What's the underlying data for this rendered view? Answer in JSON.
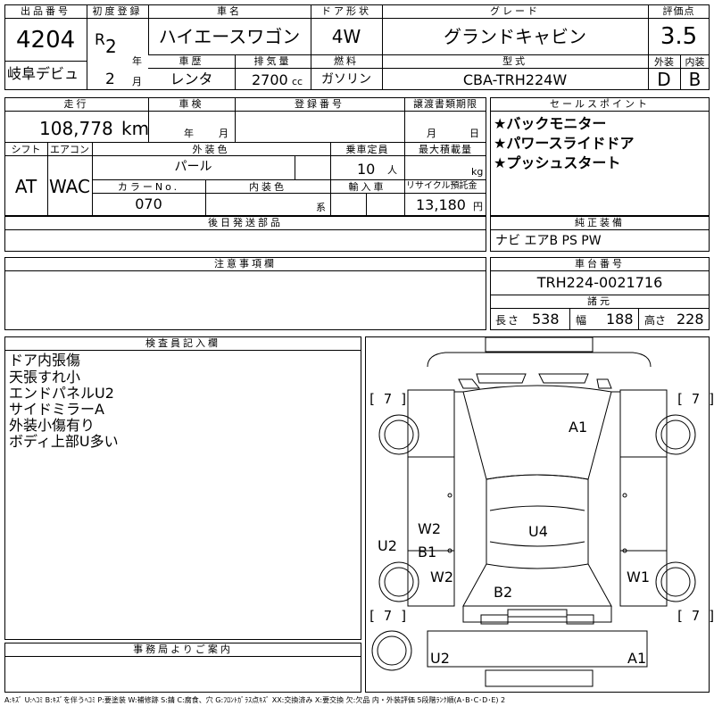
{
  "header": {
    "lot_label": "出品番号",
    "lot_number": "4204",
    "venue": "岐阜デビュ",
    "first_reg_label": "初度登録",
    "era": "R",
    "year": "2",
    "year_unit": "年",
    "month": "2",
    "month_unit": "月",
    "car_name_label": "車名",
    "car_name": "ハイエースワゴン",
    "door_label": "ドア形状",
    "door": "4W",
    "grade_label": "グレード",
    "grade": "グランドキャビン",
    "score_label": "評価点",
    "score": "3.5",
    "history_label": "車歴",
    "history": "レンタ",
    "displacement_label": "排気量",
    "displacement": "2700",
    "displacement_unit": "cc",
    "fuel_label": "燃料",
    "fuel": "ガソリン",
    "model_label": "型式",
    "model": "CBA-TRH224W",
    "ext_label": "外装",
    "ext_grade": "D",
    "int_label": "内装",
    "int_grade": "B"
  },
  "row2": {
    "mileage_label": "走行",
    "mileage": "108,778",
    "mileage_unit": "km",
    "inspection_label": "車検",
    "insp_year_unit": "年",
    "insp_month_unit": "月",
    "reg_label": "登録番号",
    "transfer_label": "譲渡書類期限",
    "transfer_month_unit": "月",
    "transfer_day_unit": "日",
    "shift_label": "シフト",
    "shift": "AT",
    "ac_label": "エアコン",
    "ac": "WAC",
    "ext_color_label": "外装色",
    "ext_color": "パール",
    "capacity_label": "乗車定員",
    "capacity": "10",
    "capacity_unit": "人",
    "load_label": "最大積載量",
    "load_unit": "kg",
    "color_no_label": "カラーNo.",
    "color_no": "070",
    "int_color_label": "内装色",
    "int_color_unit": "系",
    "import_label": "輸入車",
    "recycle_label": "リサイクル預託金",
    "recycle": "13,180",
    "recycle_unit": "円",
    "later_parts_label": "後日発送部品"
  },
  "sales": {
    "label": "セールスポイント",
    "points": [
      "★バックモニター",
      "★パワースライドドア",
      "★プッシュスタート"
    ]
  },
  "equipment": {
    "label": "純正装備",
    "value": "ナビ エアB PS PW"
  },
  "notes_label": "注意事項欄",
  "chassis": {
    "label": "車台番号",
    "value": "TRH224-0021716"
  },
  "dims": {
    "label": "諸元",
    "length_label": "長さ",
    "length": "538",
    "width_label": "幅",
    "width": "188",
    "height_label": "高さ",
    "height": "228"
  },
  "inspector": {
    "label": "検査員記入欄",
    "lines": [
      "ドア内張傷",
      "天張すれ小",
      "エンドパネルU2",
      "サイドミラーA",
      "外装小傷有り",
      "ボディ上部U多い"
    ]
  },
  "office_label": "事務局よりご案内",
  "diagram": {
    "marks": [
      "A1",
      "W2",
      "B1",
      "U2",
      "W2",
      "U4",
      "W1",
      "B2",
      "U2",
      "A1"
    ],
    "tire_marks": [
      "[ 7 ]",
      "[ 7 ]",
      "[ 7 ]",
      "[ 7 ]"
    ]
  },
  "legend": "A:ｷｽﾞ U:ﾍｺﾐ B:ｷｽﾞを伴うﾍｺﾐ P:要塗装 W:補修跡 S:錆 C:腐食、穴 G:ﾌﾛﾝﾄｶﾞﾗｽ点ｷｽﾞ XX:交換済み X:要交換 欠:欠品 内・外装評価 5段階ﾗﾝｸ順(A･B･C･D･E) 2"
}
